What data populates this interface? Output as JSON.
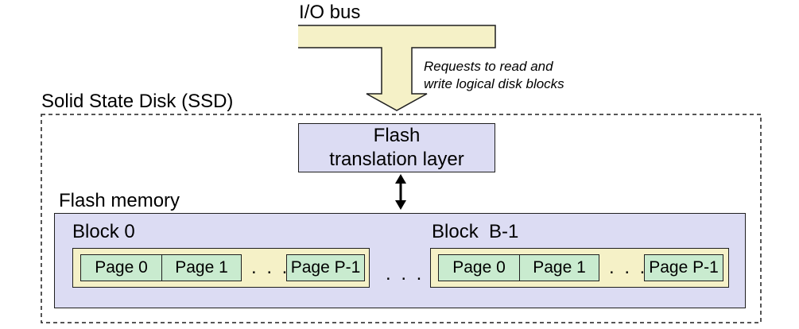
{
  "io_bus": {
    "label": "I/O bus"
  },
  "requests": {
    "line1": "Requests to read and",
    "line2": "write logical disk blocks"
  },
  "ssd": {
    "label": "Solid State Disk (SSD)"
  },
  "ftl": {
    "line1": "Flash",
    "line2": "translation layer"
  },
  "flash_memory": {
    "label": "Flash memory",
    "between_blocks_ellipsis": ". . .",
    "blocks": [
      {
        "label": "Block 0",
        "pages": [
          "Page 0",
          "Page 1",
          "Page P-1"
        ],
        "ellipsis": ". . ."
      },
      {
        "label": "Block  B-1",
        "pages": [
          "Page 0",
          "Page 1",
          "Page P-1"
        ],
        "ellipsis": ". . ."
      }
    ]
  },
  "colors": {
    "bus": "#f5f1c7",
    "ftl": "#dcdcf3",
    "flash_memory": "#dcdcf3",
    "block": "#f5f1c7",
    "page": "#c9ebcf"
  }
}
